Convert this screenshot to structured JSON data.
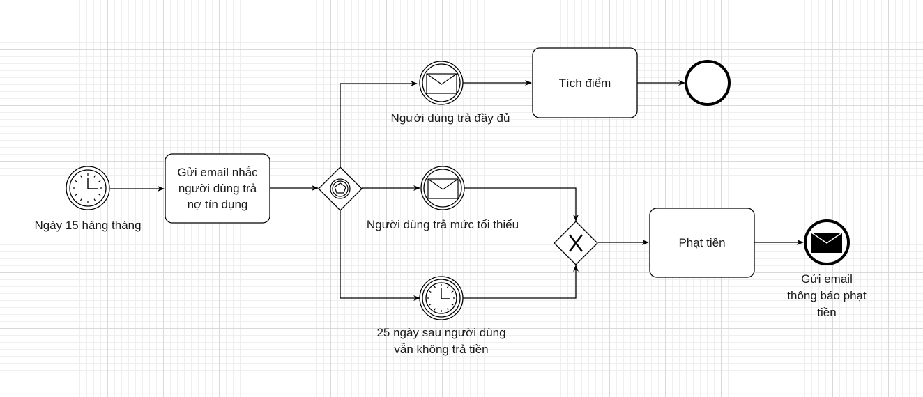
{
  "diagram": {
    "start_event": {
      "label": "Ngày 15 hàng tháng"
    },
    "task_send_reminder": {
      "label": "Gửi email nhắc\nngười dùng trả\nnợ tín dụng"
    },
    "event_full_payment": {
      "label": "Người dùng trả đầy đủ"
    },
    "task_reward_points": {
      "label": "Tích điểm"
    },
    "event_min_payment": {
      "label": "Người dùng trả mức tối thiếu"
    },
    "timer_no_payment": {
      "label": "25 ngày sau người dùng\nvẫn không trả tiền"
    },
    "task_penalty": {
      "label": "Phạt tiền"
    },
    "end_event_email": {
      "label": "Gửi email\nthông báo phạt tiền"
    }
  }
}
